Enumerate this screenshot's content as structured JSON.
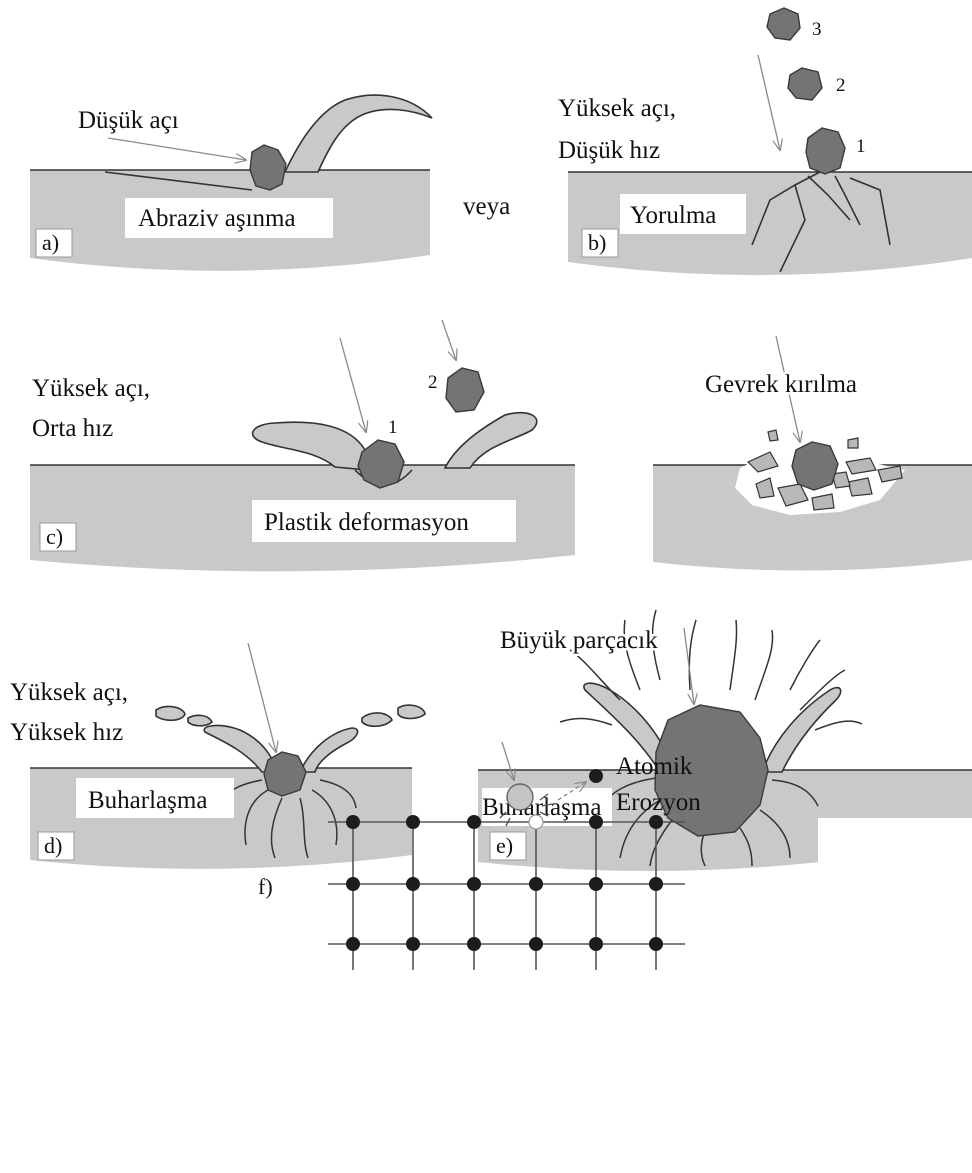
{
  "colors": {
    "material": "#c9c9c9",
    "particle": "#747474",
    "outline": "#333333",
    "arrow": "#8a8a8a",
    "label_box": "#ffffff",
    "atom": "#1c1c1c",
    "lattice": "#555555",
    "background": "#ffffff"
  },
  "panel_a": {
    "tag": "a)",
    "angle_label": "Düşük açı",
    "mechanism_label": "Abraziv aşınma"
  },
  "connector": "veya",
  "panel_b": {
    "tag": "b)",
    "line1": "Yüksek açı,",
    "line2": "Düşük hız",
    "mechanism_label": "Yorulma",
    "particle_numbers": [
      "1",
      "2",
      "3"
    ]
  },
  "panel_c": {
    "tag": "c)",
    "line1": "Yüksek açı,",
    "line2": "Orta hız",
    "mechanism_label": "Plastik deformasyon",
    "particle_numbers": [
      "1",
      "2"
    ]
  },
  "panel_c2": {
    "mechanism_label": "Gevrek kırılma"
  },
  "panel_d": {
    "tag": "d)",
    "line1": "Yüksek açı,",
    "line2": "Yüksek hız",
    "mechanism_label": "Buharlaşma"
  },
  "panel_e": {
    "tag": "e)",
    "particle_label": "Büyük parçacık",
    "mechanism_label": "Buharlaşma"
  },
  "panel_f": {
    "tag": "f)",
    "line1": "Atomik",
    "line2": "Erozyon"
  },
  "icons": {
    "particle": "eroding-particle-icon",
    "arrow": "impact-arrow-icon",
    "atom": "atom-icon"
  }
}
